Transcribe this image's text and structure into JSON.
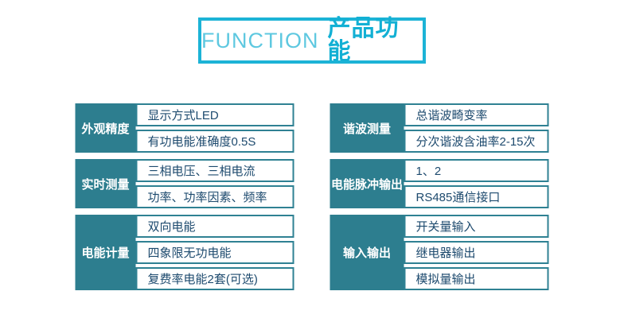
{
  "title": {
    "en": "FUNCTION",
    "zh": "产品功能"
  },
  "colors": {
    "accent_cyan": "#1cb3d6",
    "title_en_cyan": "#5ec8e0",
    "title_zh_cyan": "#12b0d4",
    "table_header_bg": "#2d7e8f",
    "table_header_text": "#ffffff",
    "row_border": "#2f8193",
    "row_text": "#1d4a6e",
    "background": "#ffffff"
  },
  "tables": {
    "left": [
      {
        "header": "外观精度",
        "rows": [
          "显示方式LED",
          "有功电能准确度0.5S"
        ]
      },
      {
        "header": "实时测量",
        "rows": [
          "三相电压、三相电流",
          "功率、功率因素、频率"
        ]
      },
      {
        "header": "电能计量",
        "rows": [
          "双向电能",
          "四象限无功电能",
          "复费率电能2套(可选)"
        ]
      }
    ],
    "right": [
      {
        "header": "谐波测量",
        "rows": [
          "总谐波畸变率",
          "分次谐波含油率2-15次"
        ]
      },
      {
        "header": "电能脉冲输出",
        "rows": [
          "1、2",
          "RS485通信接口"
        ]
      },
      {
        "header": "输入输出",
        "rows": [
          "开关量输入",
          "继电器输出",
          "模拟量输出"
        ]
      }
    ]
  }
}
